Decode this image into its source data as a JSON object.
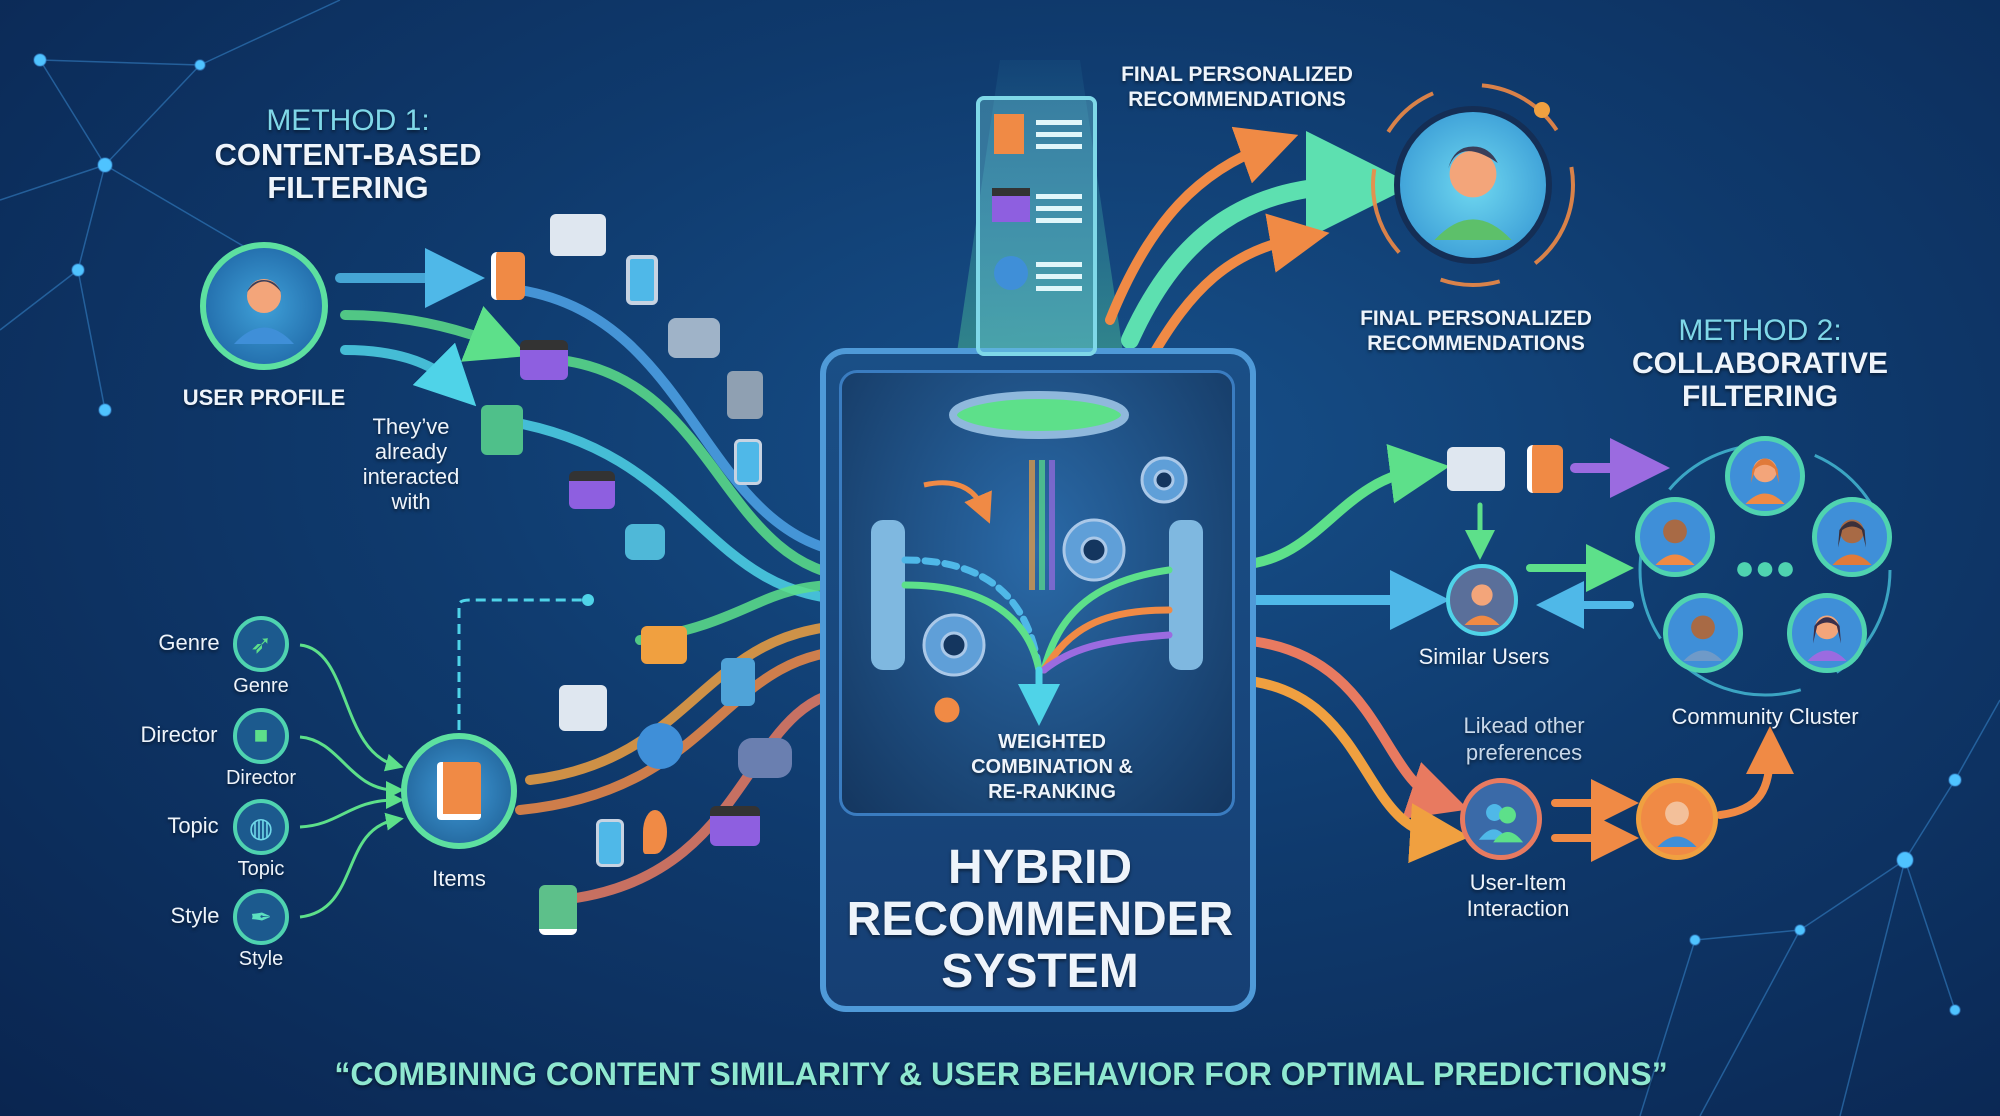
{
  "method1": {
    "label": "METHOD 1:",
    "title_line1": "CONTENT-BASED",
    "title_line2": "FILTERING"
  },
  "user_profile": {
    "label": "USER PROFILE"
  },
  "interacted_note": {
    "line1": "They’ve",
    "line2": "already",
    "line3": "interacted",
    "line4": "with"
  },
  "features": [
    {
      "side_label": "Genre",
      "sub_label": "Genre",
      "icon": "rocket-icon"
    },
    {
      "side_label": "Director",
      "sub_label": "Director",
      "icon": "video-camera-icon"
    },
    {
      "side_label": "Topic",
      "sub_label": "Topic",
      "icon": "globe-icon"
    },
    {
      "side_label": "Style",
      "sub_label": "Style",
      "icon": "feather-icon"
    }
  ],
  "items": {
    "label": "Items"
  },
  "hybrid": {
    "process_line1": "WEIGHTED",
    "process_line2": "COMBINATION &",
    "process_line3": "RE-RANKING",
    "title_line1": "HYBRID",
    "title_line2": "RECOMMENDER",
    "title_line3": "SYSTEM"
  },
  "final_top": {
    "line1": "FINAL PERSONALIZED",
    "line2": "RECOMMENDATIONS"
  },
  "final_user": {
    "line1": "FINAL PERSONALIZED",
    "line2": "RECOMMENDATIONS"
  },
  "method2": {
    "label": "METHOD 2:",
    "title_line1": "COLLABORATIVE",
    "title_line2": "FILTERING"
  },
  "similar_users": {
    "label": "Similar Users"
  },
  "community": {
    "label": "Community Cluster"
  },
  "liked_note": {
    "line1": "Likead other",
    "line2": "preferences"
  },
  "user_item": {
    "line1": "User-Item",
    "line2": "Interaction"
  },
  "footer": {
    "quote": "“COMBINING CONTENT SIMILARITY & USER BEHAVIOR FOR OPTIMAL PREDICTIONS”"
  },
  "colors": {
    "background": "#0f3a6d",
    "accent_cyan": "#4fd3e8",
    "accent_green": "#5de08a",
    "accent_orange": "#f08a45",
    "accent_purple": "#9b6be0"
  }
}
